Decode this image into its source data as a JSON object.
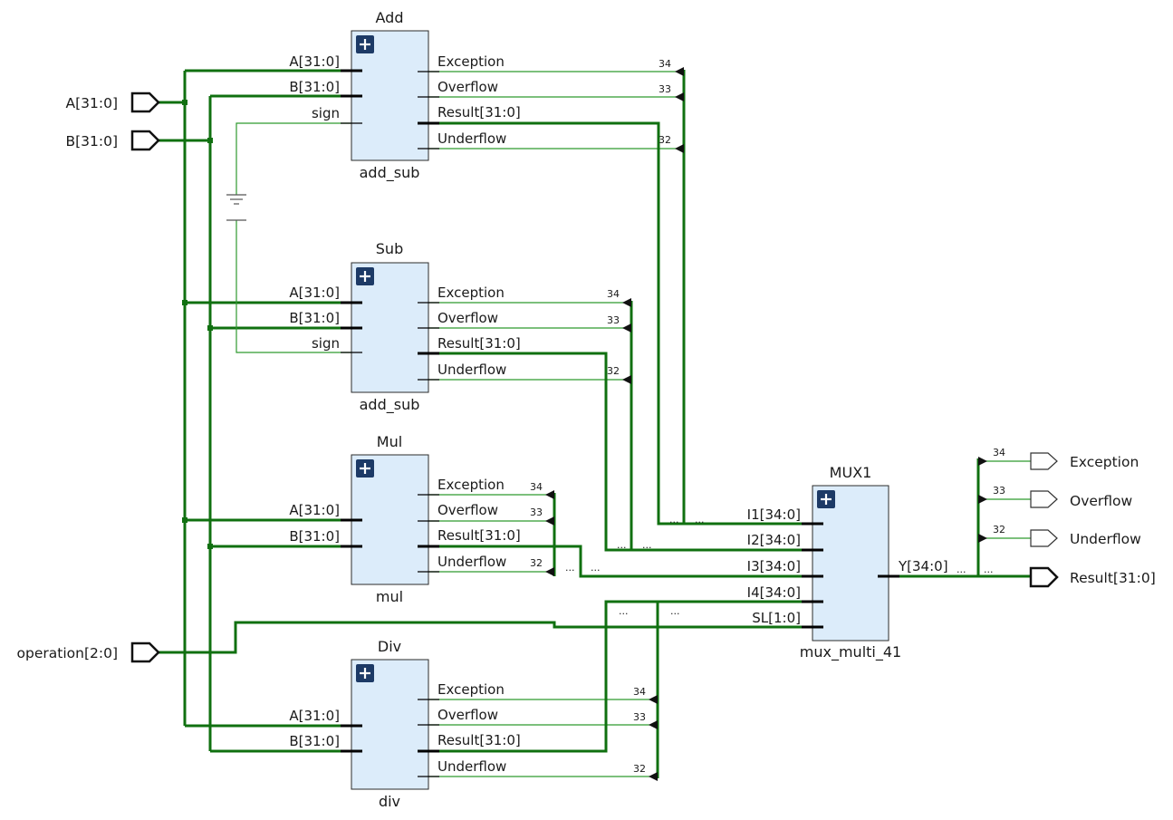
{
  "inputs": {
    "a": "A[31:0]",
    "b": "B[31:0]",
    "operation": "operation[2:0]"
  },
  "outputs": {
    "exception": "Exception",
    "overflow": "Overflow",
    "underflow": "Underflow",
    "result": "Result[31:0]",
    "exception_bit": "34",
    "overflow_bit": "33",
    "underflow_bit": "32",
    "ellipsis": "..."
  },
  "blocks": {
    "add": {
      "title": "Add",
      "module": "add_sub",
      "in_a": "A[31:0]",
      "in_b": "B[31:0]",
      "in_sign": "sign",
      "out_exception": "Exception",
      "out_overflow": "Overflow",
      "out_result": "Result[31:0]",
      "out_underflow": "Underflow",
      "bit_exception": "34",
      "bit_overflow": "33",
      "bit_underflow": "32"
    },
    "sub": {
      "title": "Sub",
      "module": "add_sub",
      "in_a": "A[31:0]",
      "in_b": "B[31:0]",
      "in_sign": "sign",
      "out_exception": "Exception",
      "out_overflow": "Overflow",
      "out_result": "Result[31:0]",
      "out_underflow": "Underflow",
      "bit_exception": "34",
      "bit_overflow": "33",
      "bit_underflow": "32"
    },
    "mul": {
      "title": "Mul",
      "module": "mul",
      "in_a": "A[31:0]",
      "in_b": "B[31:0]",
      "out_exception": "Exception",
      "out_overflow": "Overflow",
      "out_result": "Result[31:0]",
      "out_underflow": "Underflow",
      "bit_exception": "34",
      "bit_overflow": "33",
      "bit_underflow": "32",
      "ellipsis": "..."
    },
    "div": {
      "title": "Div",
      "module": "div",
      "in_a": "A[31:0]",
      "in_b": "B[31:0]",
      "out_exception": "Exception",
      "out_overflow": "Overflow",
      "out_result": "Result[31:0]",
      "out_underflow": "Underflow",
      "bit_exception": "34",
      "bit_overflow": "33",
      "bit_underflow": "32",
      "ellipsis": "..."
    },
    "mux": {
      "title": "MUX1",
      "module": "mux_multi_41",
      "in_i1": "I1[34:0]",
      "in_i2": "I2[34:0]",
      "in_i3": "I3[34:0]",
      "in_i4": "I4[34:0]",
      "in_sl": "SL[1:0]",
      "out_y": "Y[34:0]",
      "ellipsis": "..."
    }
  },
  "colors": {
    "bus": "#107010",
    "net": "#2f9a2f",
    "block_fill": "#dcecfa",
    "expand_icon": "#1d3a66"
  }
}
